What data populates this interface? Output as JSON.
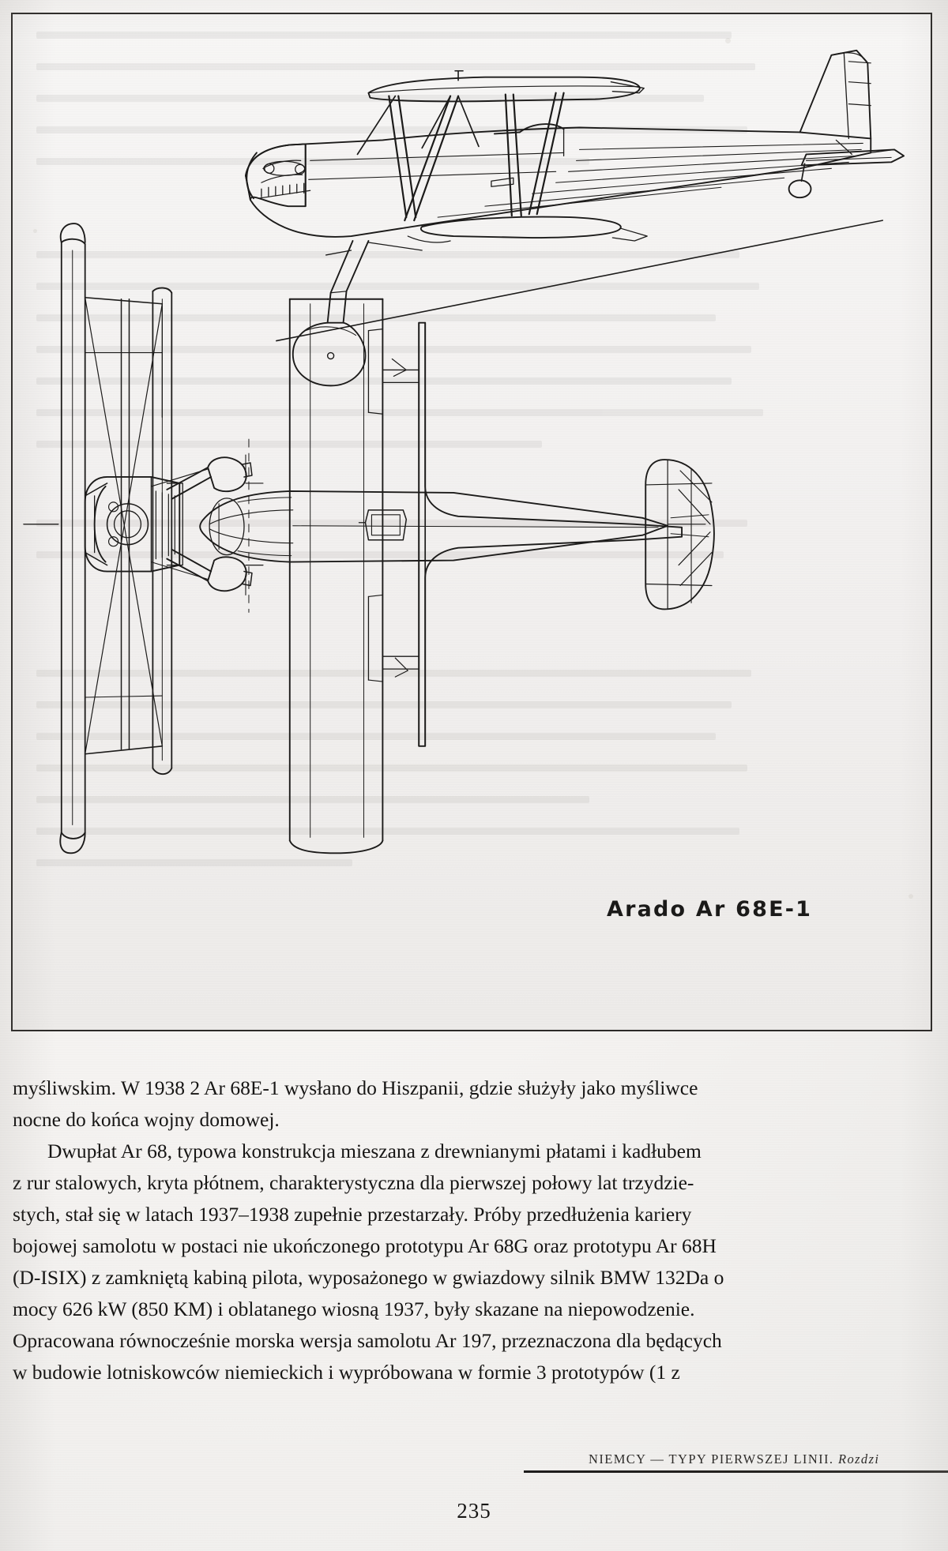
{
  "page": {
    "number": "235",
    "language": "pl"
  },
  "illustration": {
    "caption": "Arado Ar 68E-1",
    "subject": "Arado Ar 68E-1",
    "views": [
      "side-profile",
      "front-elevation",
      "top-plan"
    ],
    "frame_color": "#2c2a28",
    "ink_color": "#1b1a19"
  },
  "body": {
    "paragraphs": [
      {
        "indent": false,
        "lines": [
          "myśliwskim. W 1938 2 Ar 68E-1 wysłano do Hiszpanii, gdzie służyły jako myśliwce",
          "nocne do końca wojny domowej."
        ]
      },
      {
        "indent": true,
        "lines": [
          "Dwupłat Ar 68, typowa konstrukcja mieszana z drewnianymi płatami i kadłubem",
          "z rur stalowych, kryta płótnem, charakterystyczna dla pierwszej połowy lat trzydzie-",
          "stych, stał się w latach 1937–1938 zupełnie przestarzały. Próby przedłużenia kariery",
          "bojowej samolotu w postaci nie ukończonego prototypu Ar 68G oraz prototypu Ar 68H",
          "(D-ISIX) z zamkniętą kabiną pilota, wyposażonego w gwiazdowy silnik BMW 132Da o",
          "mocy 626 kW (850 KM) i oblatanego wiosną 1937, były skazane na niepowodzenie.",
          "Opracowana równocześnie morska wersja samolotu Ar 197, przeznaczona dla będących",
          "w budowie lotniskowców niemieckich i wypróbowana w formie 3 prototypów (1 z"
        ]
      }
    ]
  },
  "footer": {
    "section": "NIEMCY",
    "dash": "—",
    "title": "TYPY PIERWSZEJ LINII.",
    "chapter": "Rozdzi"
  }
}
